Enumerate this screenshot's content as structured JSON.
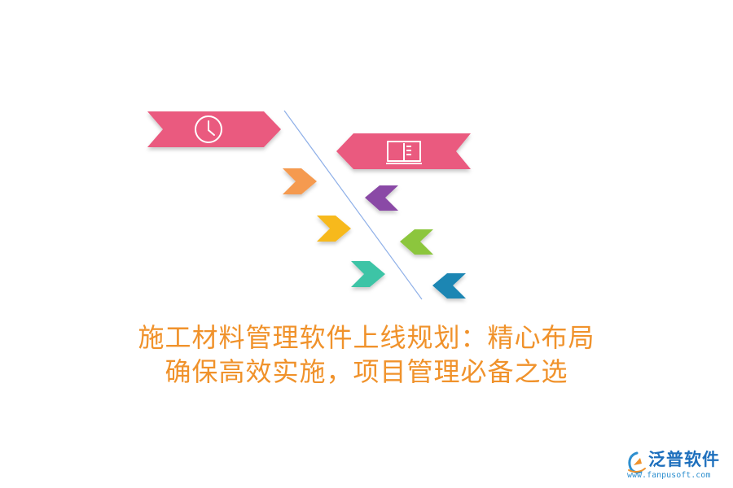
{
  "colors": {
    "background": "#ffffff",
    "spine": "#8fb0e8",
    "banner": "#ea5a7f",
    "chevron_orange": "#f59a4f",
    "chevron_yellow": "#f7b91f",
    "chevron_teal": "#3ec4a6",
    "chevron_purple": "#8a4aa6",
    "chevron_green": "#8cc63e",
    "chevron_blue": "#1a86b3",
    "title": "#f0922b",
    "brand_text": "#1d6fbd",
    "brand_url": "#2e8fcf"
  },
  "icons": {
    "left_banner": "clock-icon",
    "right_banner": "open-book-icon"
  },
  "title": {
    "line1": "施工材料管理软件上线规划：精心布局",
    "line2": "确保高效实施，项目管理必备之选"
  },
  "brand": {
    "name": "泛普软件",
    "url": "www.fanpusoft.com"
  }
}
